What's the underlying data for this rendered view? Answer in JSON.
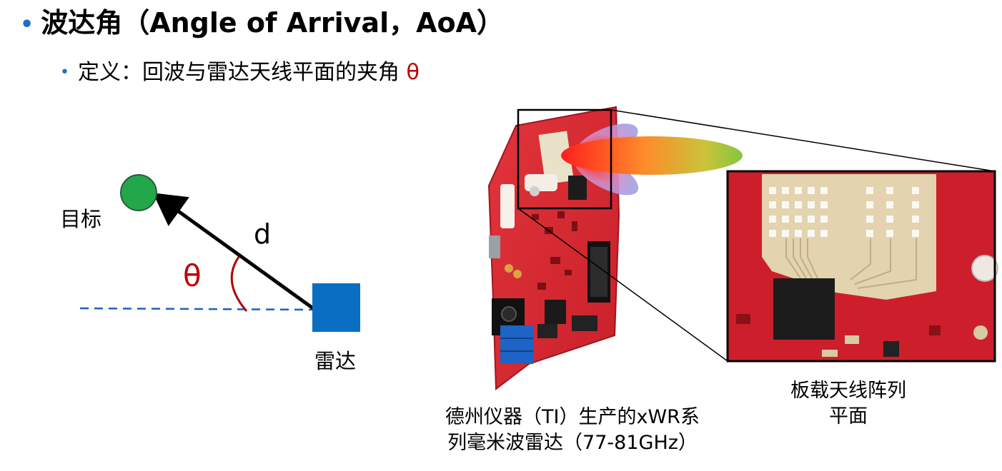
{
  "heading": {
    "title": "波达角（Angle of Arrival，AoA）",
    "definition_prefix": "定义：回波与雷达天线平面的夹角 ",
    "definition_symbol": "θ"
  },
  "diagram": {
    "target_label": "目标",
    "radar_label": "雷达",
    "distance_label": "d",
    "angle_label": "θ",
    "colors": {
      "target": "#22a84a",
      "radar": "#0a6fc2",
      "angle_arc": "#b40000",
      "baseline": "#1f5fbf"
    }
  },
  "captions": {
    "radar_line1": "德州仪器（TI）生产的xWR系",
    "radar_line2": "列毫米波雷达（77-81GHz）",
    "antenna_line1": "板载天线阵列",
    "antenna_line2": "平面"
  }
}
